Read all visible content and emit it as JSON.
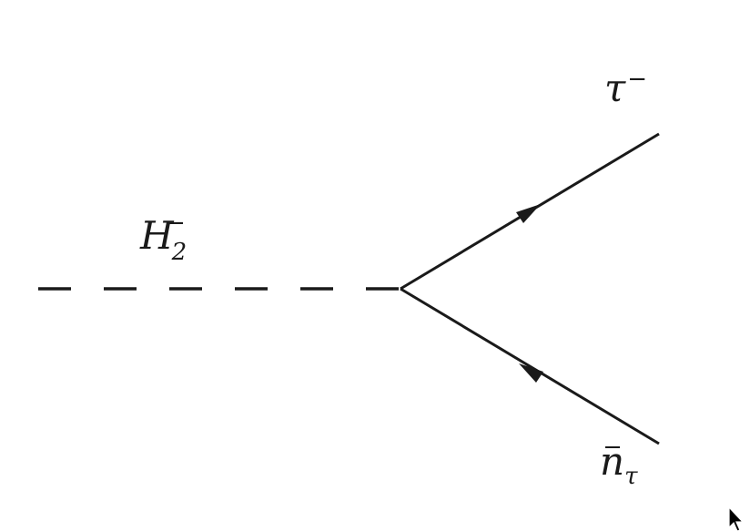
{
  "diagram": {
    "particles": {
      "scalar": {
        "symbol": "H",
        "subscript": "2",
        "superscript": "−"
      },
      "fermion_out": {
        "symbol": "τ",
        "superscript": "−"
      },
      "antifermion": {
        "symbol": "n",
        "subscript": "τ"
      }
    },
    "line_color": "#1a1a1a"
  }
}
